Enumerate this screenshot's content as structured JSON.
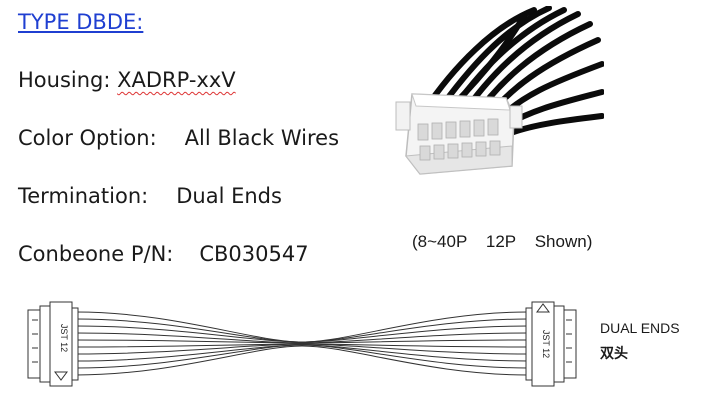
{
  "title": "TYPE DBDE:",
  "specs": {
    "housing_label": "Housing: ",
    "housing_value": "XADRP-xxV",
    "color_label": "Color Option:",
    "color_value": "All Black Wires",
    "termination_label": "Termination:",
    "termination_value": "Dual Ends",
    "pn_label": "Conbeone P/N:",
    "pn_value": "CB030547"
  },
  "photo_caption": "(8~40P    12P    Shown)",
  "diagram": {
    "connector_marking": "JST 12",
    "ends_label_en": "DUAL ENDS",
    "ends_label_cn": "双头"
  }
}
